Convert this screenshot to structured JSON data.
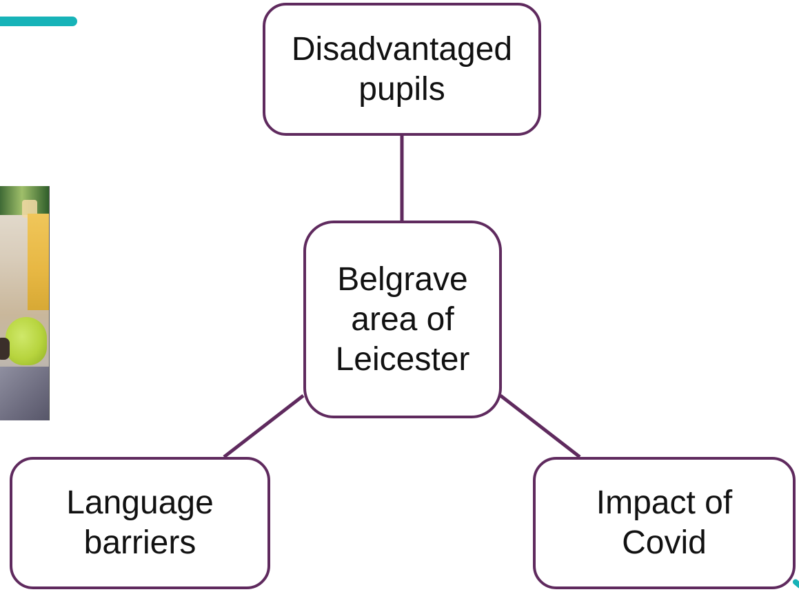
{
  "diagram": {
    "center_node": "Belgrave\narea of\nLeicester",
    "nodes": [
      {
        "id": "top",
        "label": "Disadvantaged\npupils"
      },
      {
        "id": "left",
        "label": "Language\nbarriers"
      },
      {
        "id": "right",
        "label": "Impact of\nCovid"
      }
    ],
    "border_color": "#5f2a5e",
    "accent_color": "#17b3b8"
  }
}
